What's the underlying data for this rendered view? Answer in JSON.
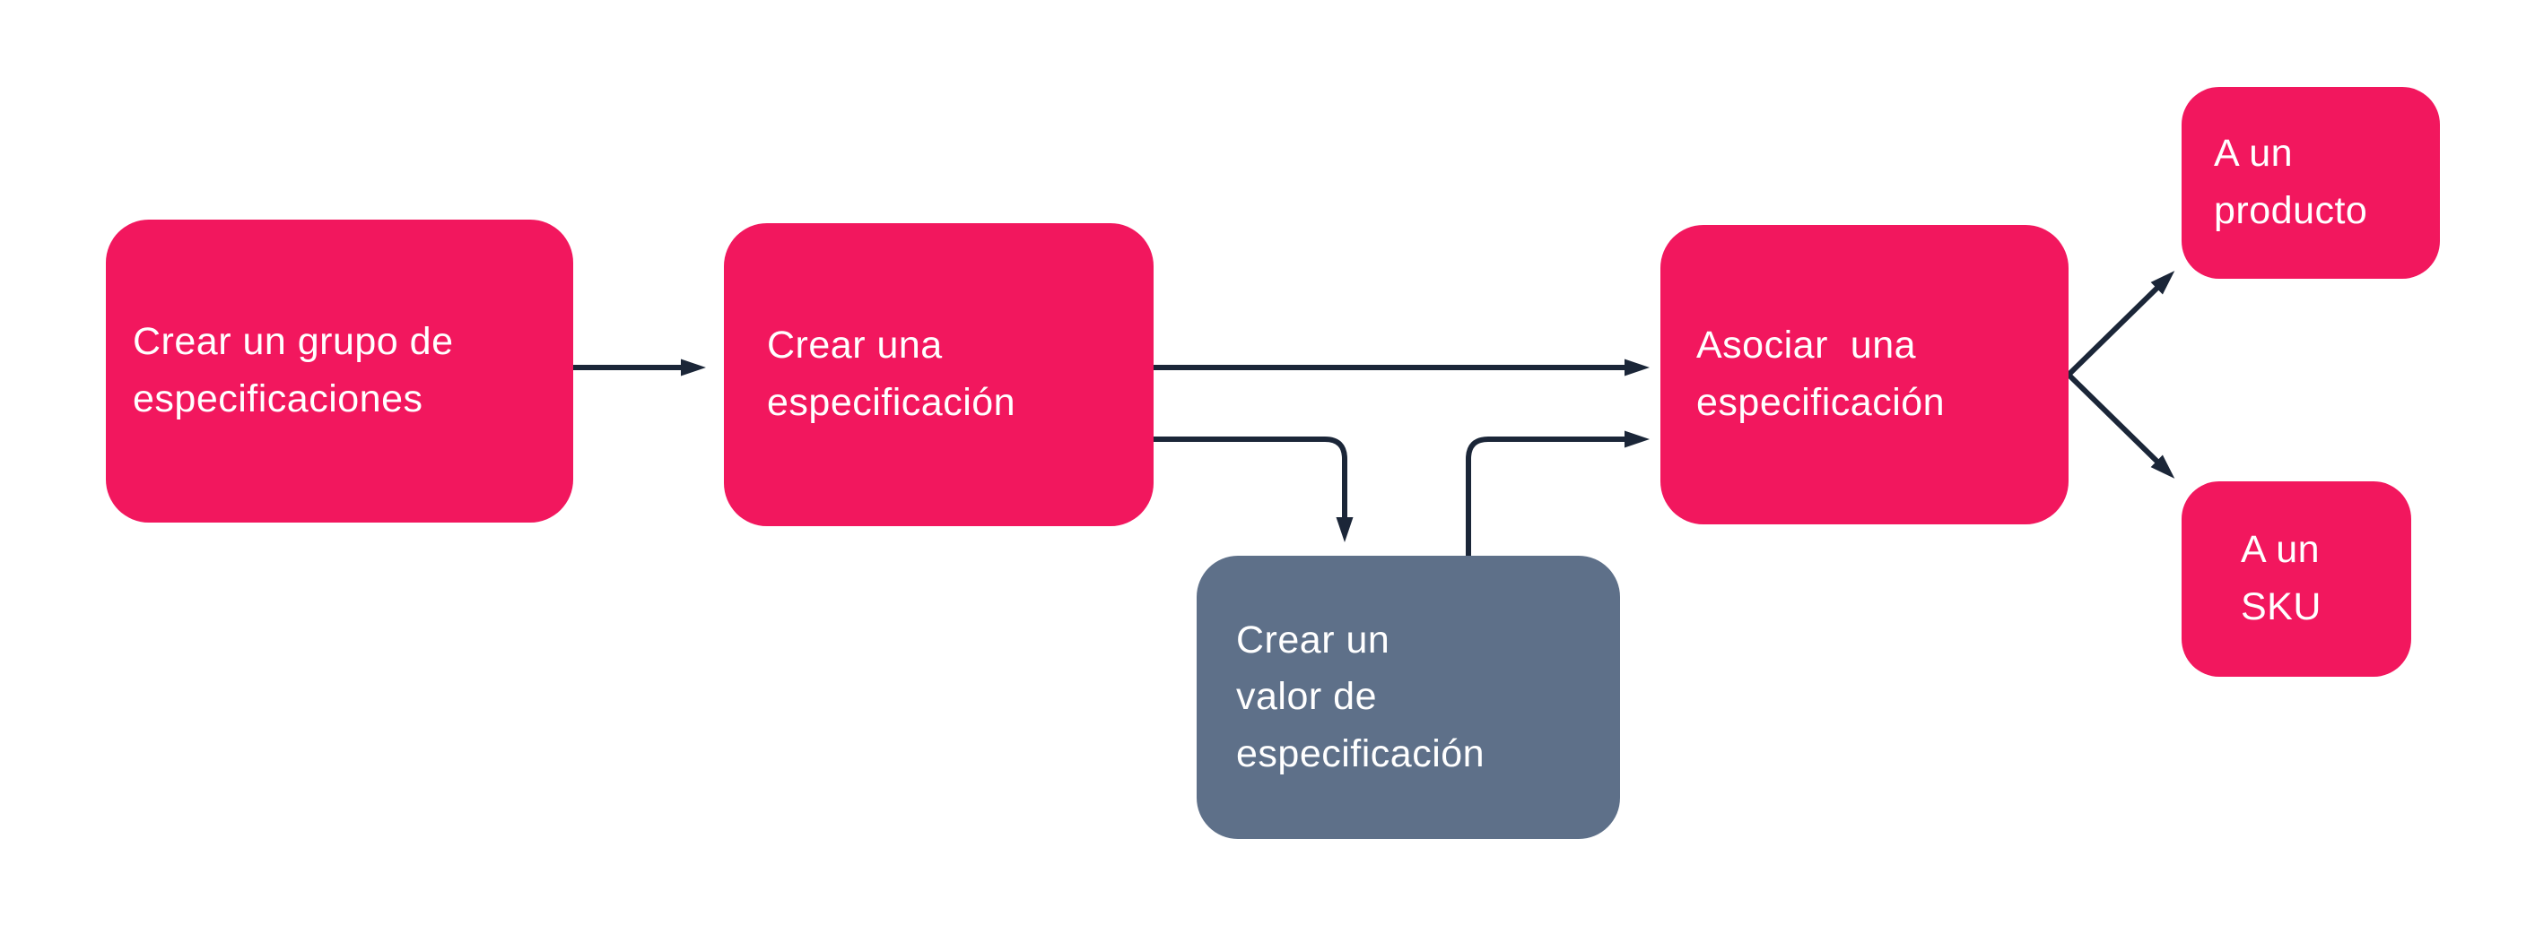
{
  "diagram": {
    "colors": {
      "node_primary": "#F2175E",
      "node_secondary": "#5E7089",
      "connector": "#1B2638",
      "node_text": "#FFFFFF",
      "background": "#FFFFFF"
    },
    "nodes": [
      {
        "id": "crear-grupo",
        "label": "Crear un grupo de\nespecificaciones",
        "variant": "primary"
      },
      {
        "id": "crear-especificacion",
        "label": "Crear una\nespecificación",
        "variant": "primary"
      },
      {
        "id": "crear-valor",
        "label": "Crear un\nvalor de\nespecificación",
        "variant": "secondary"
      },
      {
        "id": "asociar",
        "label": "Asociar  una\nespecificación",
        "variant": "primary"
      },
      {
        "id": "a-un-producto",
        "label": "A un\nproducto",
        "variant": "primary"
      },
      {
        "id": "a-un-sku",
        "label": "A un\nSKU",
        "variant": "primary"
      }
    ],
    "edges": [
      {
        "from": "crear-grupo",
        "to": "crear-especificacion"
      },
      {
        "from": "crear-especificacion",
        "to": "asociar"
      },
      {
        "from": "crear-especificacion",
        "to": "crear-valor"
      },
      {
        "from": "crear-valor",
        "to": "asociar"
      },
      {
        "from": "asociar",
        "to": "a-un-producto"
      },
      {
        "from": "asociar",
        "to": "a-un-sku"
      }
    ]
  }
}
